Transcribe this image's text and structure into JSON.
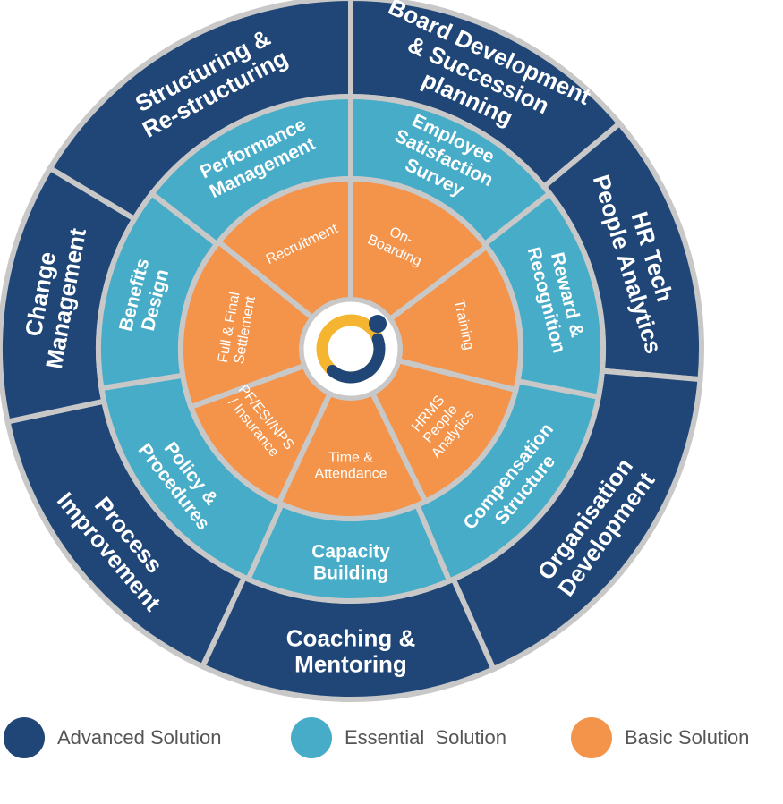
{
  "colors": {
    "advanced": "#1f4677",
    "essential": "#46acc8",
    "basic": "#f4934a",
    "separator": "#c8c8c8",
    "legend_text": "#555555"
  },
  "center": {
    "icon": "logo-icon"
  },
  "rings": {
    "advanced": [
      {
        "id": "board-development",
        "lines": [
          "Board Development",
          "& Succession",
          "planning"
        ]
      },
      {
        "id": "hr-tech",
        "lines": [
          "HR Tech",
          "People Analytics"
        ]
      },
      {
        "id": "organisation-development",
        "lines": [
          "Organisation",
          "Development"
        ]
      },
      {
        "id": "coaching-mentoring",
        "lines": [
          "Coaching &",
          "Mentoring"
        ]
      },
      {
        "id": "process-improvement",
        "lines": [
          "Process",
          "Improvement"
        ]
      },
      {
        "id": "change-management",
        "lines": [
          "Change",
          "Management"
        ]
      },
      {
        "id": "structuring",
        "lines": [
          "Structuring &",
          "Re-structuring"
        ]
      }
    ],
    "essential": [
      {
        "id": "employee-satisfaction",
        "lines": [
          "Employee",
          "Satisfaction",
          "Survey"
        ]
      },
      {
        "id": "reward-recognition",
        "lines": [
          "Reward &",
          "Recognition"
        ]
      },
      {
        "id": "compensation-structure",
        "lines": [
          "Compensation",
          "Structure"
        ]
      },
      {
        "id": "capacity-building",
        "lines": [
          "Capacity",
          "Building"
        ]
      },
      {
        "id": "policy-procedures",
        "lines": [
          "Policy &",
          "Procedures"
        ]
      },
      {
        "id": "benefits-design",
        "lines": [
          "Benefits",
          "Design"
        ]
      },
      {
        "id": "performance-management",
        "lines": [
          "Performance",
          "Management"
        ]
      }
    ],
    "basic": [
      {
        "id": "on-boarding",
        "lines": [
          "On-",
          "Boarding"
        ]
      },
      {
        "id": "training",
        "lines": [
          "Training"
        ]
      },
      {
        "id": "hrms",
        "lines": [
          "HRMS",
          "People",
          "Analytics"
        ]
      },
      {
        "id": "time-attendance",
        "lines": [
          "Time &",
          "Attendance"
        ]
      },
      {
        "id": "pf-esi",
        "lines": [
          "PF/ESI/NPS",
          "/ Insurance"
        ]
      },
      {
        "id": "full-final",
        "lines": [
          "Full & Final",
          "Settlement"
        ]
      },
      {
        "id": "recruitment",
        "lines": [
          "Recruitment"
        ]
      }
    ]
  },
  "legend": [
    {
      "key": "advanced",
      "label": "Advanced Solution"
    },
    {
      "key": "essential",
      "label": "Essential  Solution"
    },
    {
      "key": "basic",
      "label": "Basic Solution"
    }
  ]
}
